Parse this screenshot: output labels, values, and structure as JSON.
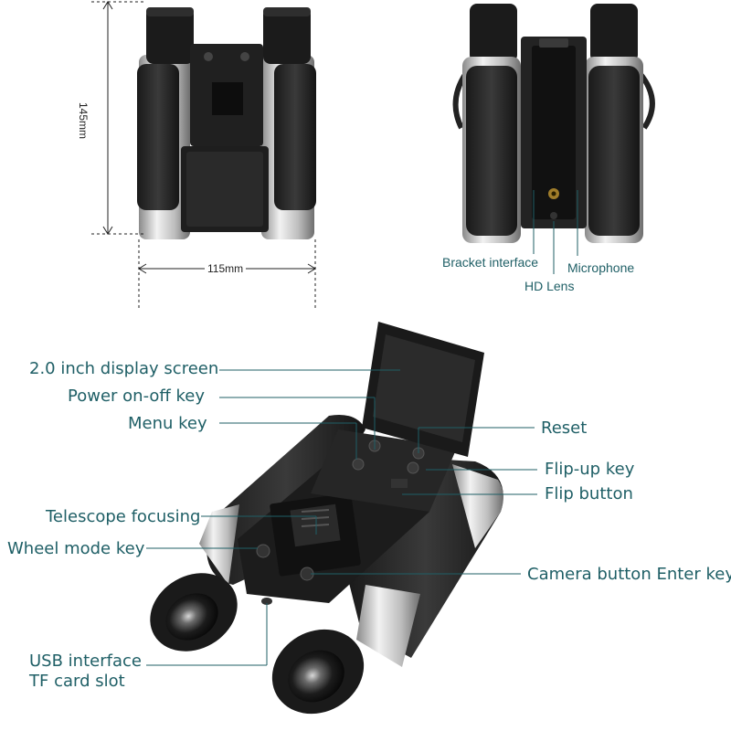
{
  "dimensions": {
    "height": "145mm",
    "width": "115mm"
  },
  "back_view_labels": {
    "bracket_interface": "Bracket interface",
    "hd_lens": "HD Lens",
    "microphone": "Microphone"
  },
  "main_labels": {
    "display_screen": "2.0 inch display screen",
    "power_key": "Power on-off key",
    "menu_key": "Menu key",
    "reset": "Reset",
    "flip_up_key": "Flip-up key",
    "flip_button": "Flip button",
    "telescope_focusing": "Telescope focusing",
    "wheel_mode_key": "Wheel mode key",
    "camera_button": "Camera button Enter key",
    "usb_interface": "USB interface",
    "tf_card_slot": "TF card slot"
  },
  "colors": {
    "label": "#1f5f66",
    "body_dark": "#2a2a2a",
    "body_black": "#141414",
    "chrome": "#c9c9c9"
  }
}
